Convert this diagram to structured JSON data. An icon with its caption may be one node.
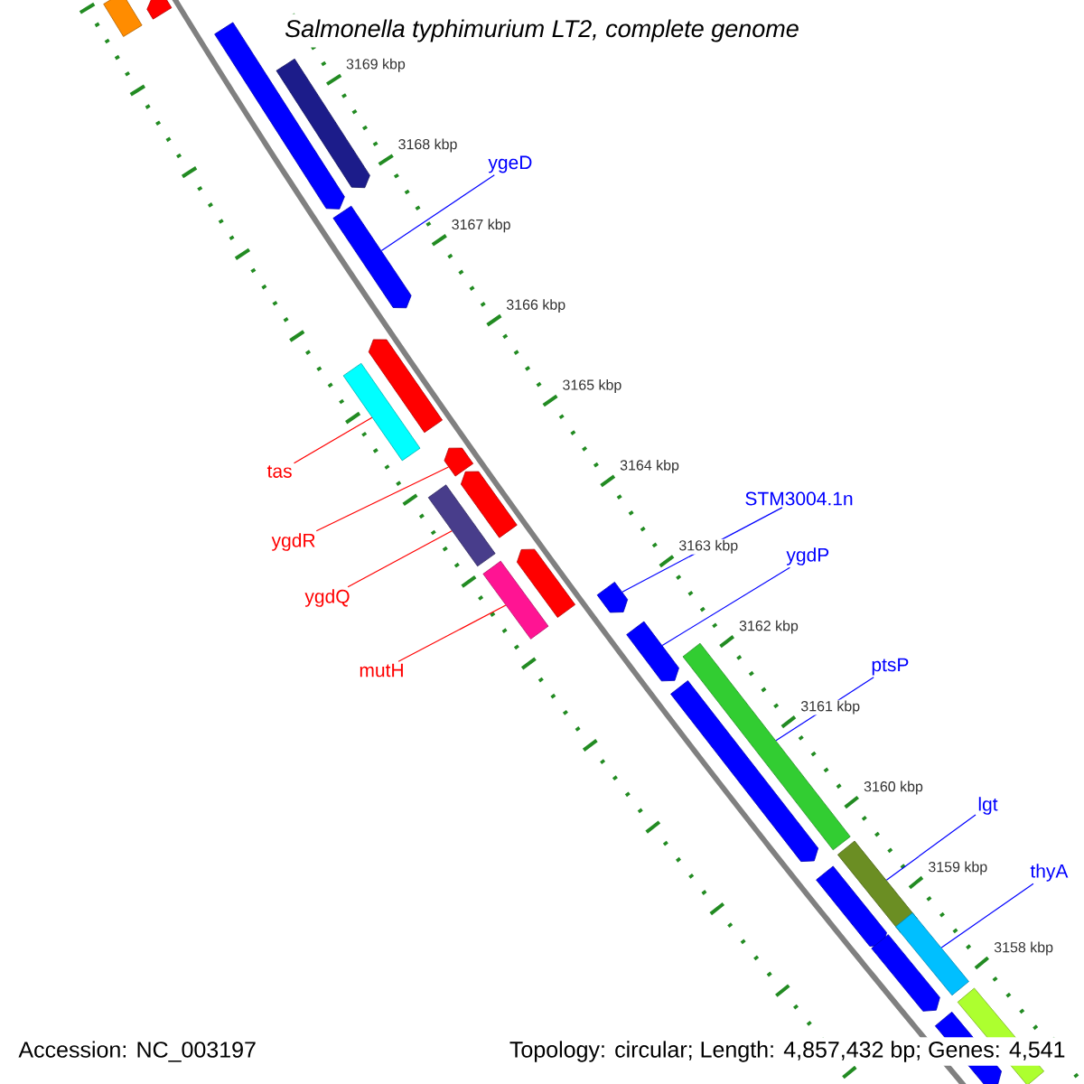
{
  "diagram": {
    "title": "Salmonella typhimurium LT2, complete genome",
    "nodes": [
      {
        "text": [
          "ygeD"
        ]
      },
      {
        "text": [
          "tas"
        ]
      },
      {
        "text": [
          "ygdR"
        ]
      },
      {
        "text": [
          "ygdQ"
        ]
      },
      {
        "text": [
          "mutH"
        ]
      },
      {
        "text": [
          "STM3004.1n"
        ]
      },
      {
        "text": [
          "ygdP"
        ]
      },
      {
        "text": [
          "ptsP"
        ]
      },
      {
        "text": [
          "lgt"
        ]
      },
      {
        "text": [
          "thyA"
        ]
      },
      {
        "text": [],
        "shape": "bar"
      },
      {
        "text": [],
        "shape": "bar"
      },
      {
        "text": [],
        "shape": "bar"
      },
      {
        "text": [],
        "shape": "bar"
      },
      {
        "text": [],
        "shape": "bar"
      },
      {
        "text": [],
        "shape": "bar"
      },
      {
        "text": [],
        "shape": "bar"
      },
      {
        "text": [],
        "shape": "bar"
      },
      {
        "text": [],
        "shape": "bar"
      },
      {
        "text": [],
        "shape": "bar"
      },
      {
        "text": [],
        "shape": "bar"
      },
      {
        "text": [],
        "shape": "bar"
      },
      {
        "text": [],
        "shape": "bar"
      },
      {
        "text": [],
        "shape": "bar"
      },
      {
        "text": [],
        "shape": "bar"
      },
      {
        "text": [],
        "shape": "bar"
      },
      {
        "text": [],
        "shape": "bar"
      },
      {
        "text": [],
        "shape": "bar"
      },
      {
        "text": [],
        "shape": "bar"
      },
      {
        "text": [],
        "shape": "bar"
      },
      {
        "text": [],
        "shape": "bar"
      },
      {
        "text": [],
        "shape": "bar"
      }
    ],
    "edges": [
      {
        "from": 0,
        "to": 14,
        "arrow": "none"
      },
      {
        "from": 1,
        "to": 16,
        "arrow": "none",
        "color": "#ff0000"
      },
      {
        "from": 2,
        "to": 17,
        "arrow": "none",
        "color": "#ff0000"
      },
      {
        "from": 3,
        "to": 18,
        "arrow": "none",
        "color": "#ff0000"
      },
      {
        "from": 4,
        "to": 20,
        "arrow": "none",
        "color": "#ff0000"
      },
      {
        "from": 5,
        "to": 22,
        "arrow": "none"
      },
      {
        "from": 6,
        "to": 23,
        "arrow": "none"
      },
      {
        "from": 7,
        "to": 24,
        "arrow": "none"
      },
      {
        "from": 8,
        "to": 26,
        "arrow": "none"
      },
      {
        "from": 9,
        "to": 28,
        "arrow": "none"
      }
    ],
    "labels": [
      "3169 kbp",
      "3168 kbp",
      "3167 kbp",
      "3166 kbp",
      "3165 kbp",
      "3164 kbp",
      "3163 kbp",
      "3162 kbp",
      "3161 kbp",
      "3160 kbp",
      "3159 kbp",
      "3158 kbp",
      "Accession: NC_003197",
      "Topology: circular; Length: 4,857,432 bp; Genes: 4,541"
    ]
  }
}
